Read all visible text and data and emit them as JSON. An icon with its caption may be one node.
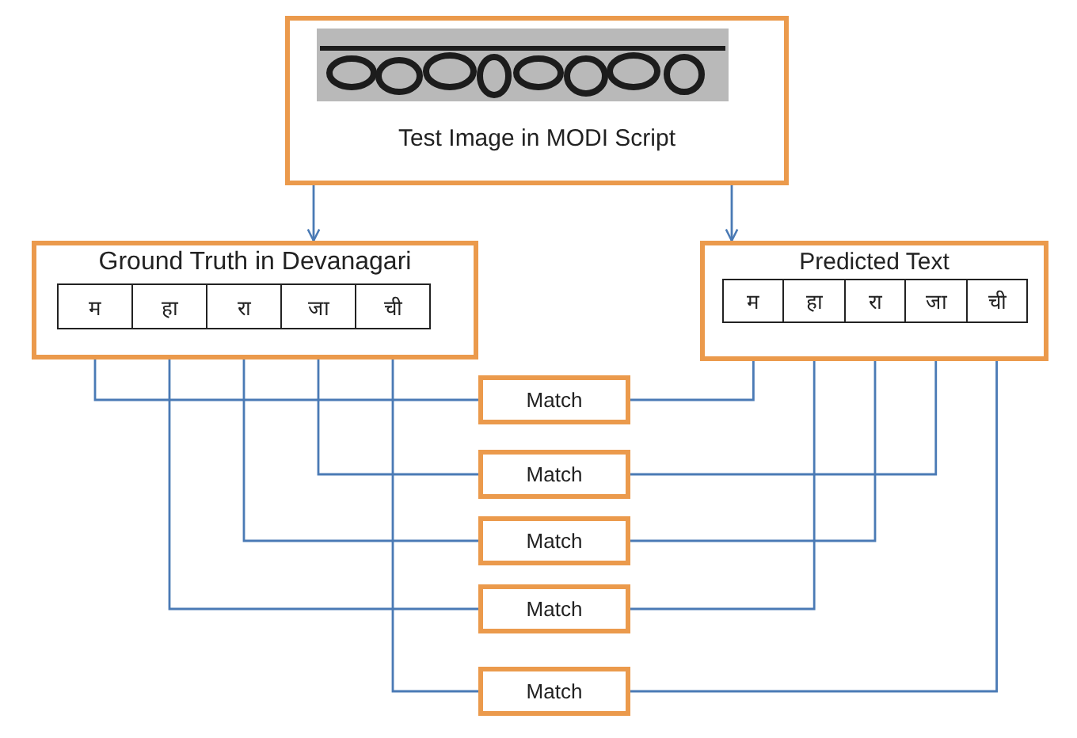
{
  "diagram": {
    "nodes": [
      {
        "text": [
          "Test Image in MODI Script"
        ]
      },
      {
        "text": [
          "Ground Truth in Devanagari"
        ]
      },
      {
        "text": [
          "म"
        ],
        "in": 1
      },
      {
        "text": [
          "हा"
        ],
        "in": 1
      },
      {
        "text": [
          "रा"
        ],
        "in": 1
      },
      {
        "text": [
          "जा"
        ],
        "in": 1
      },
      {
        "text": [
          "ची"
        ],
        "in": 1
      },
      {
        "text": [
          "Predicted Text"
        ]
      },
      {
        "text": [
          "म"
        ],
        "in": 7
      },
      {
        "text": [
          "हा"
        ],
        "in": 7
      },
      {
        "text": [
          "रा"
        ],
        "in": 7
      },
      {
        "text": [
          "जा"
        ],
        "in": 7
      },
      {
        "text": [
          "ची"
        ],
        "in": 7
      },
      {
        "text": [
          "Match"
        ]
      },
      {
        "text": [
          "Match"
        ]
      },
      {
        "text": [
          "Match"
        ]
      },
      {
        "text": [
          "Match"
        ]
      },
      {
        "text": [
          "Match"
        ]
      }
    ],
    "edges": [
      {
        "from": 0,
        "to": 1,
        "arrow": "to"
      },
      {
        "from": 0,
        "to": 7,
        "arrow": "to"
      },
      {
        "from": 2,
        "to": 13,
        "arrow": "none"
      },
      {
        "from": 13,
        "to": 8,
        "arrow": "none"
      },
      {
        "from": 5,
        "to": 14,
        "arrow": "none"
      },
      {
        "from": 14,
        "to": 11,
        "arrow": "none"
      },
      {
        "from": 4,
        "to": 15,
        "arrow": "none"
      },
      {
        "from": 15,
        "to": 10,
        "arrow": "none"
      },
      {
        "from": 3,
        "to": 16,
        "arrow": "none"
      },
      {
        "from": 16,
        "to": 9,
        "arrow": "none"
      },
      {
        "from": 6,
        "to": 17,
        "arrow": "none"
      },
      {
        "from": 17,
        "to": 12,
        "arrow": "none"
      }
    ]
  }
}
